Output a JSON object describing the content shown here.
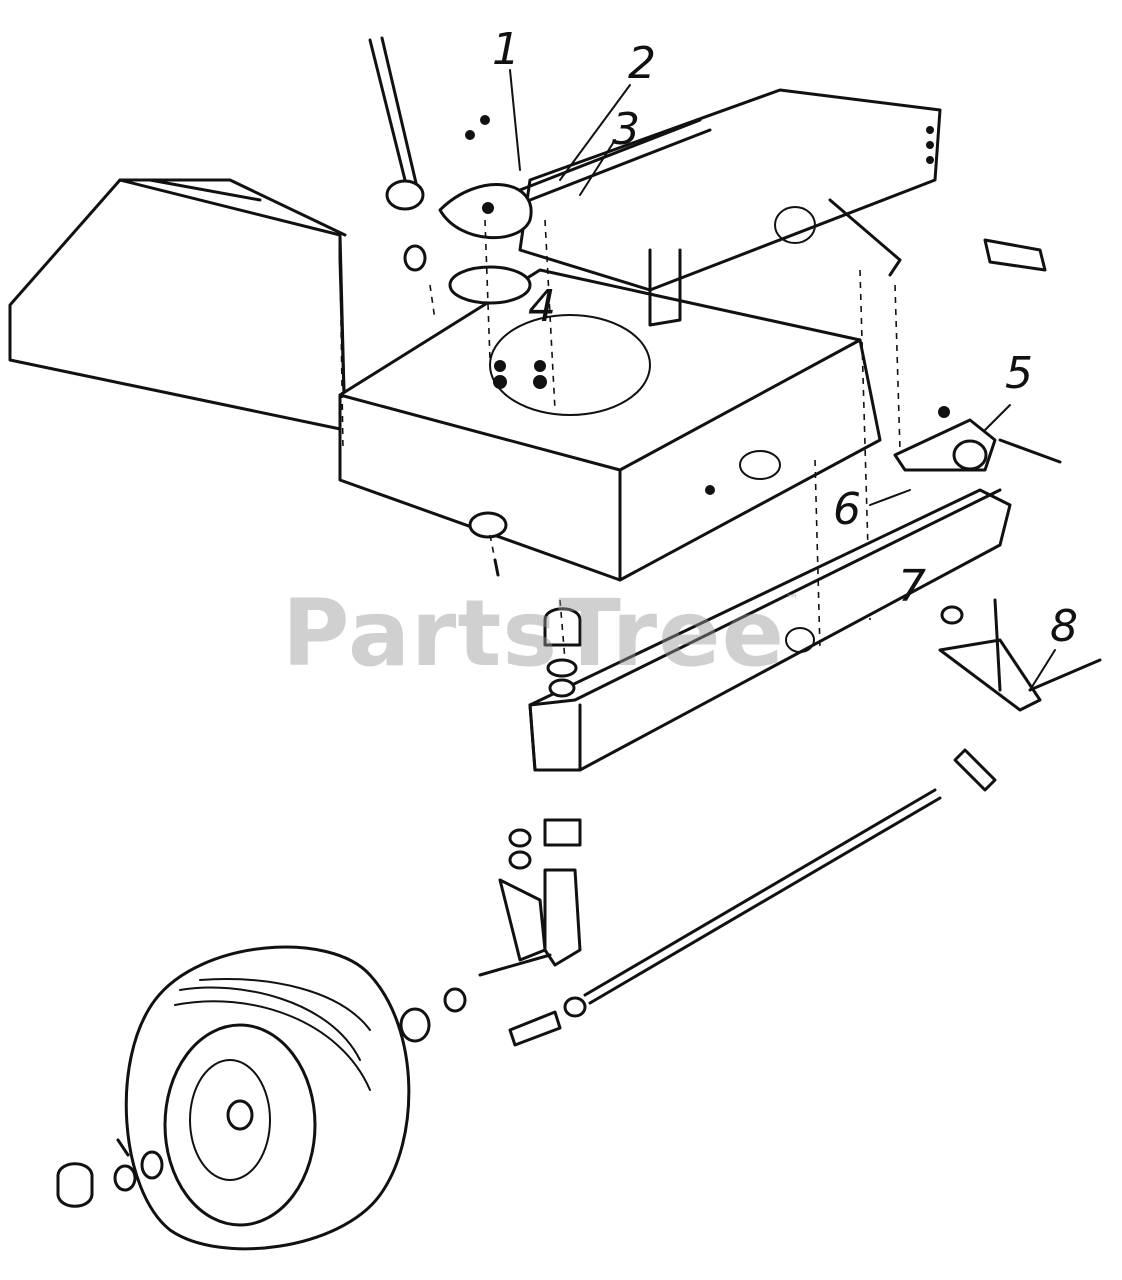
{
  "diagram": {
    "callouts": [
      "1",
      "2",
      "3",
      "4",
      "5",
      "6",
      "7",
      "8"
    ],
    "watermark": {
      "text": "PartsTree",
      "trademark": "™"
    }
  }
}
